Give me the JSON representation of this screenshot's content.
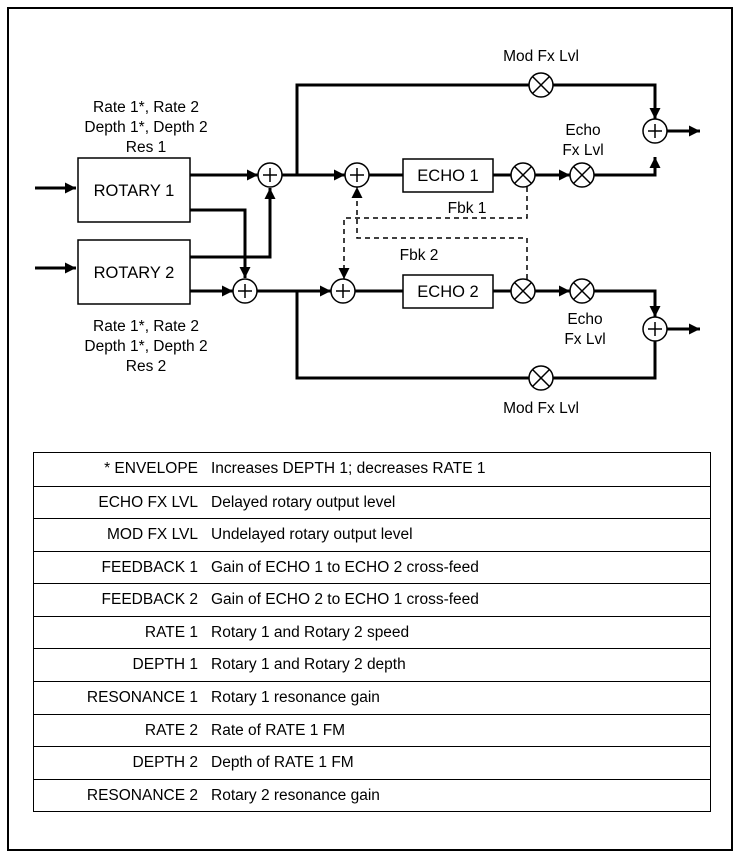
{
  "diagram": {
    "blocks": {
      "rotary1": "ROTARY 1",
      "rotary2": "ROTARY 2",
      "echo1": "ECHO 1",
      "echo2": "ECHO 2"
    },
    "labels": {
      "rot1_params_line1": "Rate 1*, Rate 2",
      "rot1_params_line2": "Depth 1*, Depth 2",
      "rot1_params_line3": "Res 1",
      "rot2_params_line1": "Rate 1*, Rate 2",
      "rot2_params_line2": "Depth 1*, Depth 2",
      "rot2_params_line3": "Res 2",
      "mod_fx_top": "Mod Fx Lvl",
      "mod_fx_bottom": "Mod Fx Lvl",
      "echo_fx_top_line1": "Echo",
      "echo_fx_top_line2": "Fx Lvl",
      "echo_fx_bottom_line1": "Echo",
      "echo_fx_bottom_line2": "Fx Lvl",
      "fbk1": "Fbk 1",
      "fbk2": "Fbk 2"
    }
  },
  "table": {
    "rows": [
      {
        "name": "* ENVELOPE",
        "desc": "Increases DEPTH 1; decreases RATE 1"
      },
      {
        "name": "ECHO FX LVL",
        "desc": "Delayed rotary output level"
      },
      {
        "name": "MOD FX LVL",
        "desc": "Undelayed rotary output level"
      },
      {
        "name": "FEEDBACK 1",
        "desc": "Gain of ECHO 1 to ECHO 2 cross-feed"
      },
      {
        "name": "FEEDBACK 2",
        "desc": "Gain of ECHO 2 to ECHO 1 cross-feed"
      },
      {
        "name": "RATE 1",
        "desc": "Rotary 1 and Rotary 2 speed"
      },
      {
        "name": "DEPTH 1",
        "desc": "Rotary 1 and Rotary 2 depth"
      },
      {
        "name": "RESONANCE 1",
        "desc": "Rotary 1 resonance gain"
      },
      {
        "name": "RATE 2",
        "desc": "Rate of RATE 1 FM"
      },
      {
        "name": "DEPTH 2",
        "desc": "Depth of RATE 1 FM"
      },
      {
        "name": "RESONANCE 2",
        "desc": "Rotary 2 resonance gain"
      }
    ]
  }
}
